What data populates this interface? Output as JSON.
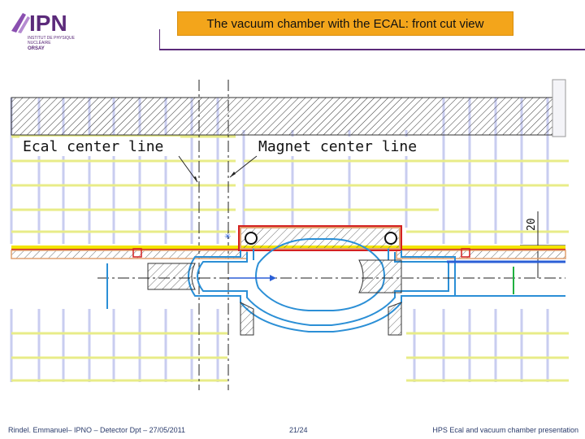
{
  "logo": {
    "text": "IPN",
    "subtitle": "INSTITUT DE PHYSIQUE NUCLÉAIRE",
    "location": "ORSAY"
  },
  "slide": {
    "title": "The vacuum chamber with the ECAL: front cut view"
  },
  "drawing": {
    "labels": {
      "ecal_center": "Ecal center line",
      "magnet_center": "Magnet center line",
      "dimension": "20"
    },
    "colors": {
      "grid_lavender": "#c9cdf0",
      "grid_yellow": "#e8ec88",
      "chamber_blue": "#2b8fd6",
      "flange_orange": "#e0a070",
      "rail_red": "#d42020",
      "rail_yellow": "#f2e400",
      "accent_green": "#20b040"
    }
  },
  "footer": {
    "left": "Rindel. Emmanuel– IPNO – Detector Dpt – 27/05/2011",
    "page": "21/24",
    "right": "HPS Ecal and vacuum chamber presentation"
  }
}
